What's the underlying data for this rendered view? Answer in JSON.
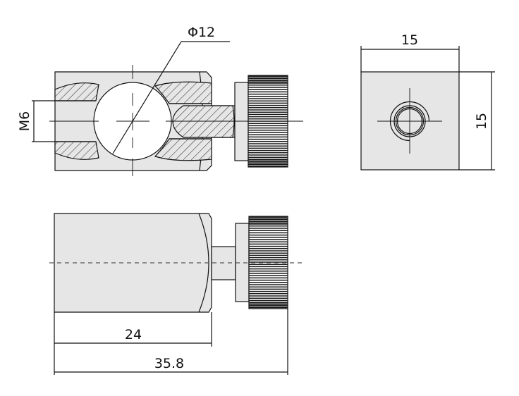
{
  "dimensions": {
    "ball_diameter": "Φ12",
    "thread": "M6",
    "side_width": "15",
    "side_height": "15",
    "body_length": "24",
    "total_length": "35.8"
  },
  "colors": {
    "body_fill": "#e6e6e6",
    "line": "#111111",
    "knurl_dark": "#1a1a1a"
  }
}
